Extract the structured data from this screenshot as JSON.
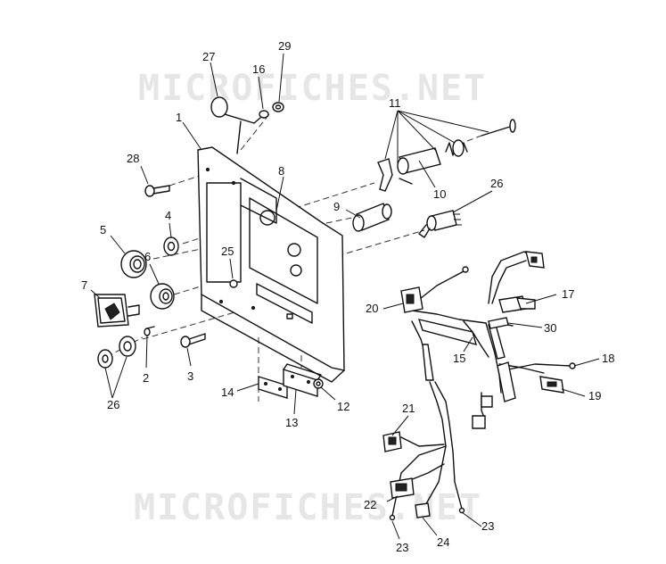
{
  "watermarks": [
    "MICROFICHES.NET",
    "MICROFICHES.NET"
  ],
  "callouts": [
    {
      "id": "c1",
      "text": "1"
    },
    {
      "id": "c2",
      "text": "2"
    },
    {
      "id": "c3",
      "text": "3"
    },
    {
      "id": "c4",
      "text": "4"
    },
    {
      "id": "c5",
      "text": "5"
    },
    {
      "id": "c6",
      "text": "6"
    },
    {
      "id": "c7",
      "text": "7"
    },
    {
      "id": "c8",
      "text": "8"
    },
    {
      "id": "c9",
      "text": "9"
    },
    {
      "id": "c10",
      "text": "10"
    },
    {
      "id": "c11",
      "text": "11"
    },
    {
      "id": "c12",
      "text": "12"
    },
    {
      "id": "c13",
      "text": "13"
    },
    {
      "id": "c14",
      "text": "14"
    },
    {
      "id": "c15",
      "text": "15"
    },
    {
      "id": "c16",
      "text": "16"
    },
    {
      "id": "c17",
      "text": "17"
    },
    {
      "id": "c18",
      "text": "18"
    },
    {
      "id": "c19",
      "text": "19"
    },
    {
      "id": "c20",
      "text": "20"
    },
    {
      "id": "c21",
      "text": "21"
    },
    {
      "id": "c22",
      "text": "22"
    },
    {
      "id": "c23a",
      "text": "23"
    },
    {
      "id": "c23b",
      "text": "23"
    },
    {
      "id": "c24",
      "text": "24"
    },
    {
      "id": "c25",
      "text": "25"
    },
    {
      "id": "c26a",
      "text": "26"
    },
    {
      "id": "c26b",
      "text": "26"
    },
    {
      "id": "c27",
      "text": "27"
    },
    {
      "id": "c28",
      "text": "28"
    },
    {
      "id": "c29",
      "text": "29"
    },
    {
      "id": "c30",
      "text": "30"
    }
  ]
}
